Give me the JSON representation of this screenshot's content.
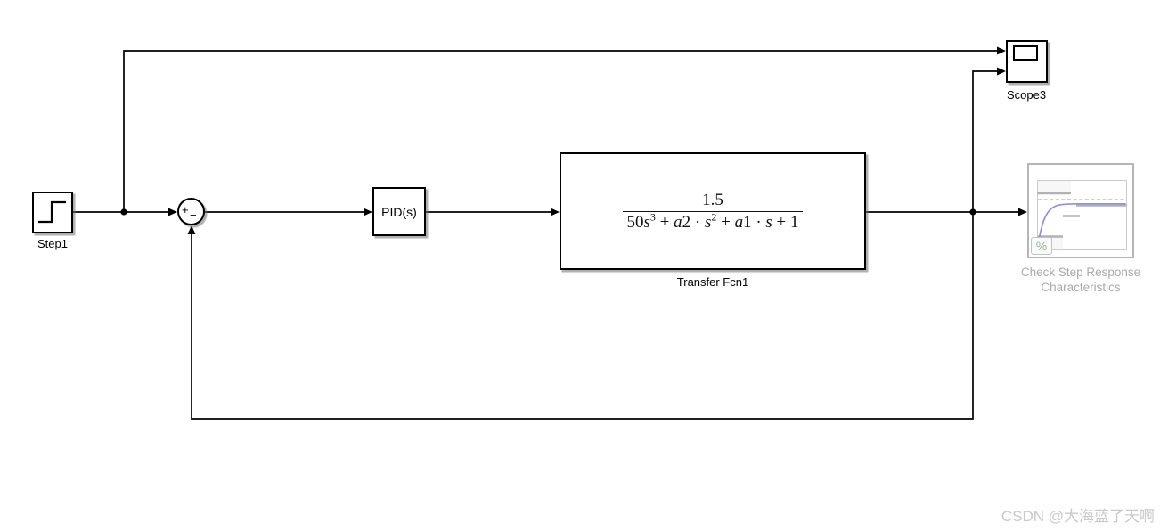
{
  "watermark": "CSDN @大海蓝了天啊",
  "blocks": {
    "step": {
      "label": "Step1",
      "icon": "step-waveform-icon"
    },
    "sum": {
      "plus": "+",
      "minus": "−"
    },
    "pid": {
      "text": "PID(s)"
    },
    "transfer_fcn": {
      "label": "Transfer Fcn1",
      "numerator": "1.5",
      "denominator_text": "50s^3 + a2 · s^2 + a1 · s + 1",
      "denominator_tokens": [
        {
          "v": "50"
        },
        {
          "v": "s",
          "i": true
        },
        {
          "sup": "3"
        },
        {
          "v": " + "
        },
        {
          "v": "a",
          "i": true
        },
        {
          "v": "2 · "
        },
        {
          "v": "s",
          "i": true
        },
        {
          "sup": "2"
        },
        {
          "v": " + "
        },
        {
          "v": "a",
          "i": true
        },
        {
          "v": "1 · "
        },
        {
          "v": "s",
          "i": true
        },
        {
          "v": " + 1"
        }
      ]
    },
    "scope": {
      "label": "Scope3",
      "icon": "oscilloscope-screen-icon"
    },
    "check": {
      "label_line1": "Check Step Response",
      "label_line2": "Characteristics",
      "badge": "%",
      "icon": "step-response-bounds-plot"
    }
  },
  "colors": {
    "wire": "#000000",
    "disabled_gray": "#b5b5b5",
    "bounds_gray": "#b2b2b2",
    "response_curve": "#9090e0",
    "badge_green": "#8fbc8f"
  }
}
